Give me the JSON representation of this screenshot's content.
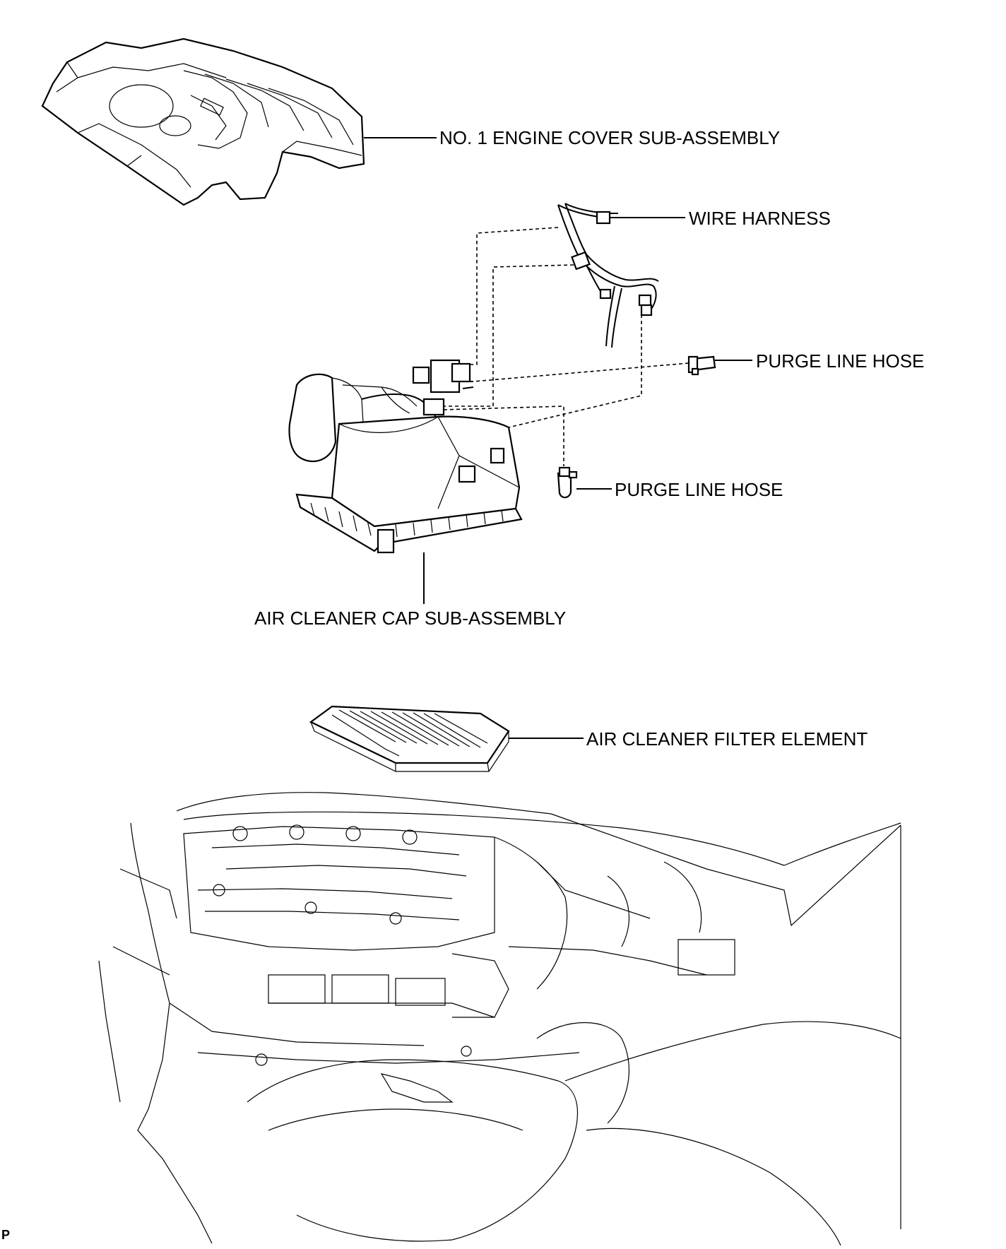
{
  "labels": {
    "engine_cover": "NO. 1 ENGINE COVER SUB-ASSEMBLY",
    "wire_harness": "WIRE HARNESS",
    "purge_hose_upper": "PURGE LINE HOSE",
    "purge_hose_lower": "PURGE LINE HOSE",
    "air_cleaner_cap": "AIR CLEANER CAP SUB-ASSEMBLY",
    "filter_element": "AIR CLEANER FILTER ELEMENT"
  },
  "corner_mark": "P"
}
